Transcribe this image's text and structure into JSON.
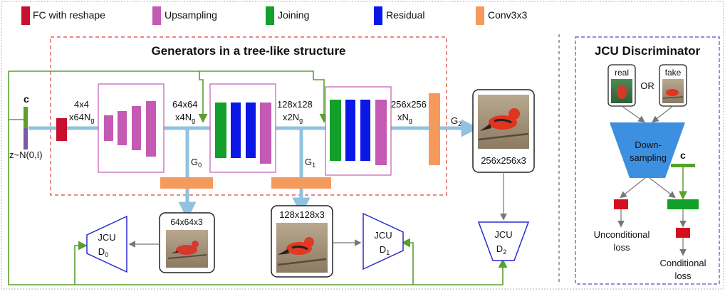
{
  "legend": [
    {
      "label": "FC with reshape",
      "color": "#c8102e"
    },
    {
      "label": "Upsampling",
      "color": "#c45ab3"
    },
    {
      "label": "Joining",
      "color": "#12a02a"
    },
    {
      "label": "Residual",
      "color": "#0a17e6"
    },
    {
      "label": "Conv3x3",
      "color": "#f59a5d"
    }
  ],
  "generator": {
    "title": "Generators in a tree-like structure",
    "input_c": "c",
    "input_z": "z~N(0,I)",
    "dim1_a": "4x4",
    "dim1_b": "x64N",
    "dim1_sub": "g",
    "dim2_a": "64x64",
    "dim2_b": "x4N",
    "dim2_sub": "g",
    "dim3_a": "128x128",
    "dim3_b": "x2N",
    "dim3_sub": "g",
    "dim4_a": "256x256",
    "dim4_b": "xN",
    "dim4_sub": "g",
    "g0": "G",
    "g0_sub": "0",
    "g1": "G",
    "g1_sub": "1",
    "g2": "G",
    "g2_sub": "2",
    "img64": "64x64x3",
    "img128": "128x128x3",
    "img256": "256x256x3",
    "jcu": "JCU",
    "d0": "D",
    "d0_sub": "0",
    "d1": "D",
    "d1_sub": "1",
    "d2": "D",
    "d2_sub": "2"
  },
  "discriminator": {
    "title": "JCU Discriminator",
    "real": "real",
    "or": "OR",
    "fake": "fake",
    "down1": "Down-",
    "down2": "sampling",
    "c": "c",
    "uncond1": "Unconditional",
    "uncond2": "loss",
    "cond1": "Conditional",
    "cond2": "loss"
  },
  "colors": {
    "fc": "#c8102e",
    "upsampling": "#c45ab3",
    "joining": "#12a02a",
    "residual": "#0a17e6",
    "conv": "#f59a5d",
    "flow": "#8fc3df",
    "feedback": "#5aa02c",
    "dashed_red": "#e0403a",
    "dashed_blue": "#4a52c8",
    "trapezoid": "#3d8fe0"
  }
}
